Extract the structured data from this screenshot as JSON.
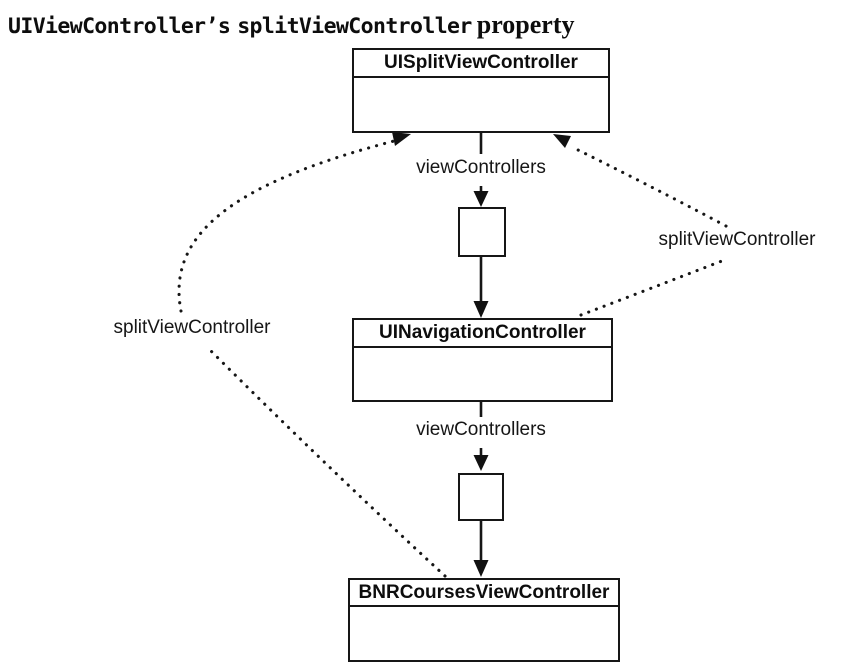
{
  "title": {
    "code_1": "UIViewController’s",
    "code_2": "splitViewController",
    "suffix": "property"
  },
  "diagram": {
    "boxes": [
      {
        "name": "UISplitViewController"
      },
      {
        "name": "UINavigationController"
      },
      {
        "name": "BNRCoursesViewController"
      }
    ],
    "edge_labels": {
      "view_controllers_top": "viewControllers",
      "view_controllers_bottom": "viewControllers",
      "split_view_controller_left": "splitViewController",
      "split_view_controller_right": "splitViewController"
    },
    "colors": {
      "background": "#ffffff",
      "line": "#161616",
      "text": "#0d0d0d"
    }
  }
}
